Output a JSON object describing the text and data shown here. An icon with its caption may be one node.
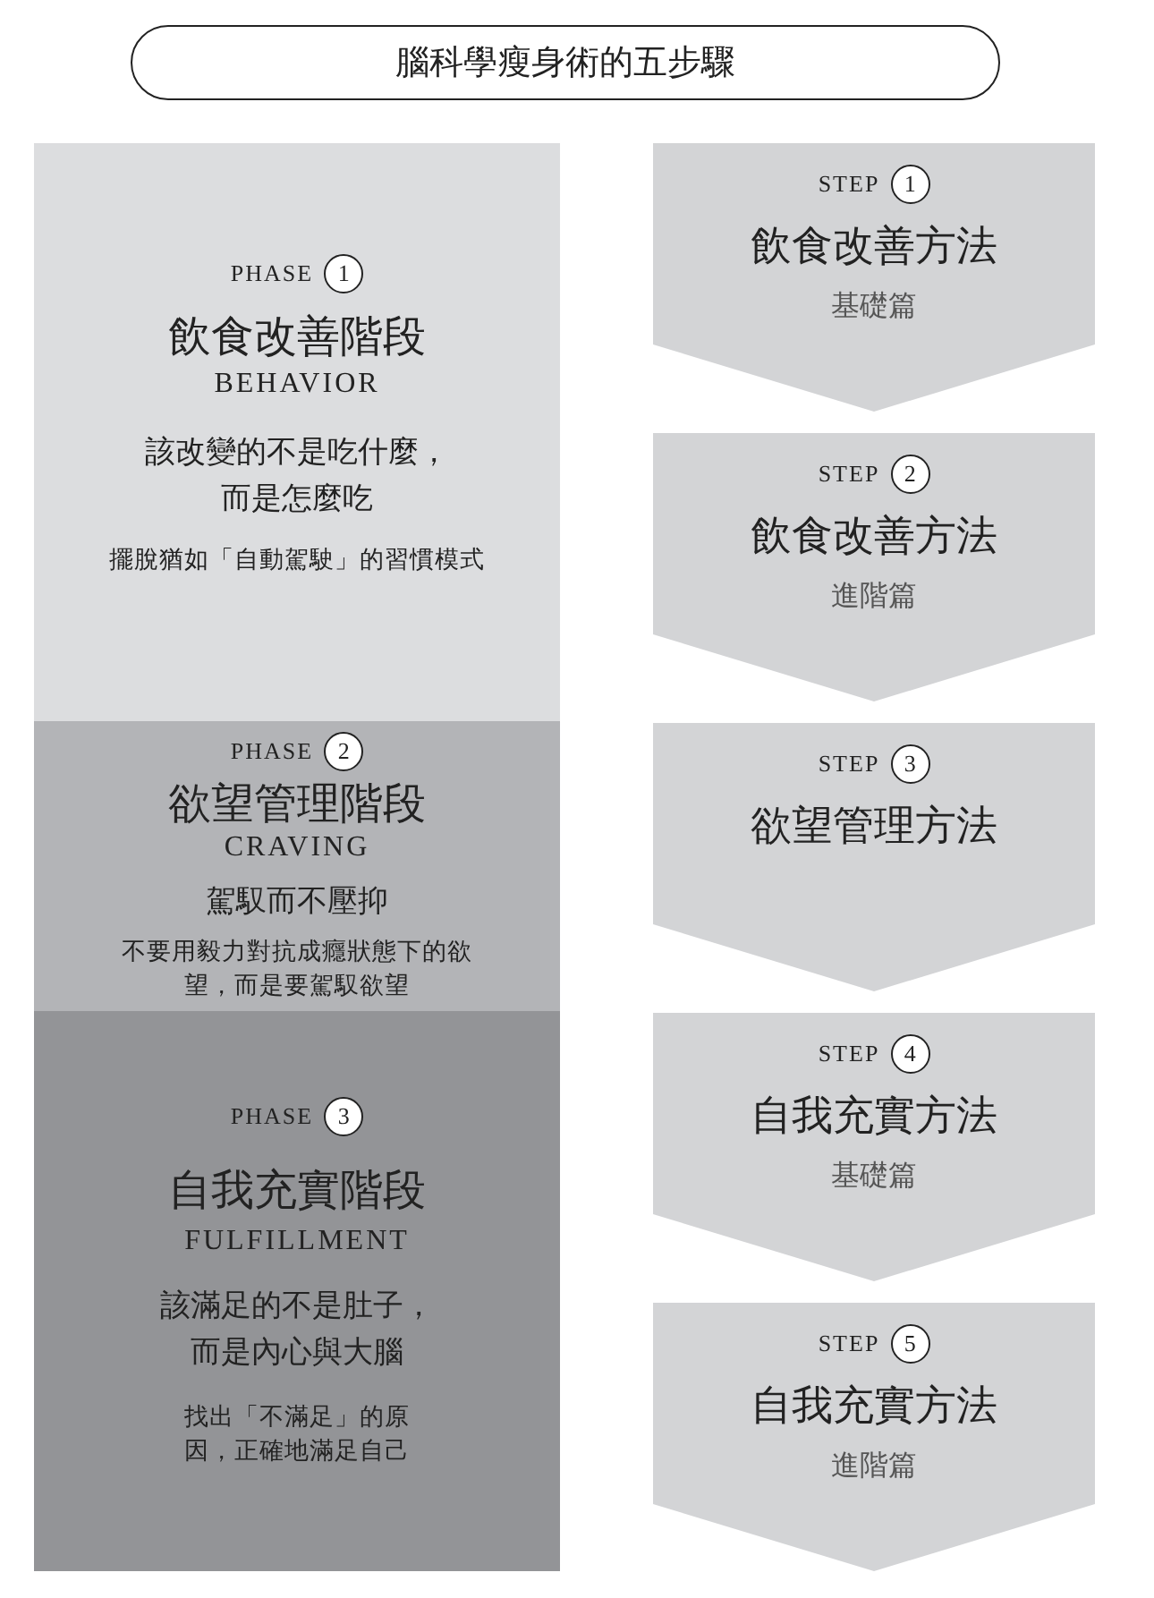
{
  "diagram": {
    "nodes": [
      {
        "text": [
          "腦科學瘦身術的五步驟"
        ]
      },
      {
        "text": [
          "PHASE",
          "1",
          "飲食改善階段",
          "BEHAVIOR",
          "該改變的不是吃什麼，而是怎麼吃",
          "擺脫猶如「自動駕駛」的習慣模式"
        ]
      },
      {
        "text": [
          "PHASE",
          "2",
          "欲望管理階段",
          "CRAVING",
          "駕馭而不壓抑",
          "不要用毅力對抗成癮狀態下的欲望，而是要駕馭欲望"
        ]
      },
      {
        "text": [
          "PHASE",
          "3",
          "自我充實階段",
          "FULFILLMENT",
          "該滿足的不是肚子，而是內心與大腦",
          "找出「不滿足」的原因，正確地滿足自己"
        ]
      },
      {
        "text": [
          "STEP",
          "1",
          "飲食改善方法",
          "基礎篇"
        ]
      },
      {
        "text": [
          "STEP",
          "2",
          "飲食改善方法",
          "進階篇"
        ]
      },
      {
        "text": [
          "STEP",
          "3",
          "欲望管理方法"
        ]
      },
      {
        "text": [
          "STEP",
          "4",
          "自我充實方法",
          "基礎篇"
        ]
      },
      {
        "text": [
          "STEP",
          "5",
          "自我充實方法",
          "進階篇"
        ]
      }
    ]
  }
}
